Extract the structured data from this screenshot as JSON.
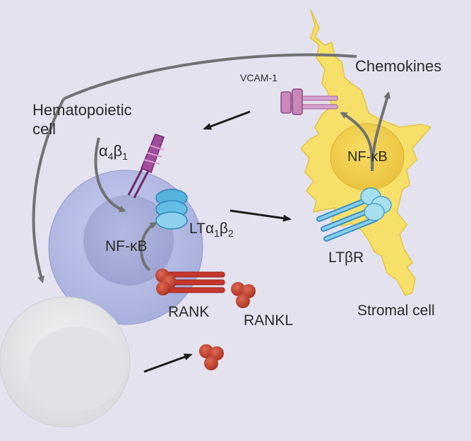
{
  "labels": {
    "hematopoietic_line1": "Hematopoietic",
    "hematopoietic_line2": "cell",
    "alpha4": "α",
    "alpha4_sub": "4",
    "beta1": "β",
    "beta1_sub": "1",
    "nfkb_left": "NF-κB",
    "lt_main": "LTα",
    "lt_sub1": "1",
    "lt_beta": "β",
    "lt_sub2": "2",
    "rank": "RANK",
    "rankl": "RANKL",
    "vcam": "VCAM-1",
    "chemokines": "Chemokines",
    "nfkb_right": "NF-κB",
    "ltbr": "LTβR",
    "stromal": "Stromal cell"
  },
  "colors": {
    "background": "#e4e2ef",
    "hematopoietic_cell": "#b9c0e6",
    "hematopoietic_nucleus": "#a5acd6",
    "stromal_cell": "#f7e06a",
    "stromal_nucleus": "#f1cf4a",
    "daughter_cell": "#e7e7ea",
    "arrow_gray": "#707273",
    "arrow_black": "#1b1b1b",
    "integrin": "#9a3f94",
    "lt_blue": "#5bb4de",
    "ltbr_blue": "#7ec6e6",
    "rank_red": "#c53a30",
    "rankl_red": "#b54232",
    "vcam_pink": "#c987bc"
  }
}
